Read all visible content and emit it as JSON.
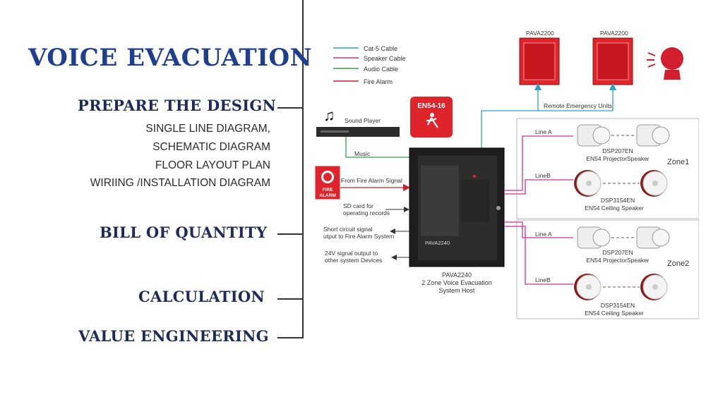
{
  "left_panel": {
    "title": "VOICE EVACUATION",
    "sections": [
      {
        "label": "PREPARE THE DESIGN"
      },
      {
        "label": "BILL OF QUANTITY"
      },
      {
        "label": "CALCULATION"
      },
      {
        "label": "VALUE  ENGINEERING"
      }
    ],
    "design_items": [
      "SINGLE LINE DIAGRAM,",
      "SCHEMATIC DIAGRAM",
      "FLOOR LAYOUT PLAN",
      "WIRIING /INSTALLATION DIAGRAM"
    ]
  },
  "diagram": {
    "legend": [
      {
        "label": "Cat-5 Cable",
        "color": "#2aa0c8"
      },
      {
        "label": "Speaker Cable",
        "color": "#d62f8a"
      },
      {
        "label": "Audio Cable",
        "color": "#2e9e4a"
      },
      {
        "label": "Fire Alarm",
        "color": "#d21e2e"
      }
    ],
    "remote_units": [
      "PAVA2200",
      "PAVA2200"
    ],
    "remote_label": "Remote Emergency Units",
    "en54_badge": "EN54-16",
    "sound_player": "Sound Player",
    "music": "Music",
    "fire_alarm_icon": "FIRE\nALARM",
    "fire_signal": "From Fire Alarm Signal",
    "sd_card": [
      "SD card for",
      "operating records"
    ],
    "short_circuit": [
      "Short circuit signal",
      "utput to Fire Alarm System"
    ],
    "signal_24v": [
      "24V signal output to",
      "other system Devices"
    ],
    "host_label": "PAVA2240",
    "host_caption": [
      "PAVA2240",
      "2 Zone Voice Evacuation",
      "System Host"
    ],
    "zones": [
      {
        "name": "Zone1",
        "line_a": "Line A",
        "line_b": "LineB",
        "projector": [
          "DSP207EN",
          "EN54 ProjectorSpeaker"
        ],
        "ceiling": [
          "DSP3154EN",
          "EN54 Ceiling Speaker"
        ]
      },
      {
        "name": "Zone2",
        "line_a": "Line A",
        "line_b": "LineB",
        "projector": [
          "DSP207EN",
          "EN54 ProjectorSpeaker"
        ],
        "ceiling": [
          "DSP3154EN",
          "EN54 Ceiling Speaker"
        ]
      }
    ]
  }
}
